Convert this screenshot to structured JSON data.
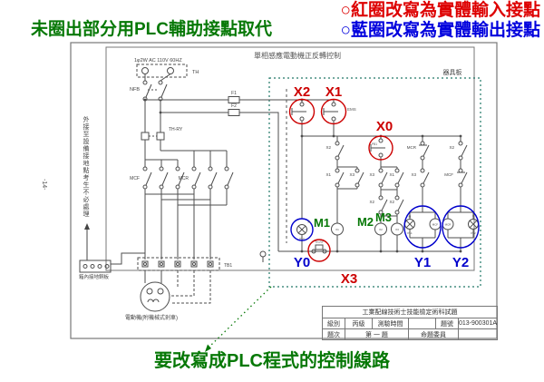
{
  "annotations": {
    "red_note": "○紅圈改寫為實體輸入接點",
    "green_note": "未圈出部分用PLC輔助接點取代",
    "blue_note": "○藍圈改寫為實體輸出接點",
    "bottom_note": "要改寫成PLC程式的控制線路"
  },
  "side_note": "外接至設備接地點考生不必處理",
  "page_number": "-14-",
  "colors": {
    "input_red": "#cc0000",
    "output_blue": "#0000cc",
    "annotation_green": "#067806",
    "wire_gray": "#4d4d4d",
    "board_dash_teal": "#207868"
  },
  "schematic": {
    "title": "單相感應電動機正反轉控制",
    "board": "器具板",
    "power": "1φ2W AC 110V 60HZ",
    "nfb": "NFB",
    "th": "TH",
    "f1": "F1",
    "f2": "F2",
    "thry_main": "TH-RY",
    "mcf_main": "MCF",
    "mcr_main": "MCR",
    "tb1": "TB1",
    "ground_plate": "箱內接地銅板",
    "motor": "電動機(附機械式剎車)",
    "ems": "EMS",
    "pb1": "PB1",
    "thry_ctrl": "TH-RY",
    "inputs": {
      "x0": "X0",
      "x1": "X1",
      "x2": "X2",
      "x3": "X3"
    },
    "outputs": {
      "y0": "Y0",
      "y1": "Y1",
      "y2": "Y2"
    },
    "aux": {
      "m1": "M1",
      "m2": "M2",
      "m3": "M3"
    },
    "contacts": {
      "c1r1": "X2",
      "c1r2a": "X1",
      "c1r2b": "X3",
      "c2r2a": "X3",
      "c2r2b": "X1",
      "c2r3a": "X2",
      "c2r3b": "X2",
      "y1r1": "MCR",
      "y1r2": "X3",
      "y2r1": "X2",
      "y2r2": "MCF"
    },
    "coils": {
      "k1": "X1",
      "k2": "X2",
      "k3": "X3",
      "kf": "MCF",
      "kr": "MCR"
    },
    "lamps": {
      "pl3": "PL3",
      "pl1": "PL1",
      "pl2": "PL2",
      "pl3_color": "R",
      "pl1_color": "R",
      "pl2_color": "Y"
    }
  },
  "title_block": {
    "title": "工業配線技術士技能檢定術科試題",
    "grade_label": "級別",
    "grade": "丙級",
    "time_label": "測驗時間",
    "time_value": "",
    "number_label": "題號",
    "number": "013-900301A",
    "seq_label": "題次",
    "seq": "第 一 題",
    "committee_label": "命題委員",
    "committee_value": ""
  }
}
